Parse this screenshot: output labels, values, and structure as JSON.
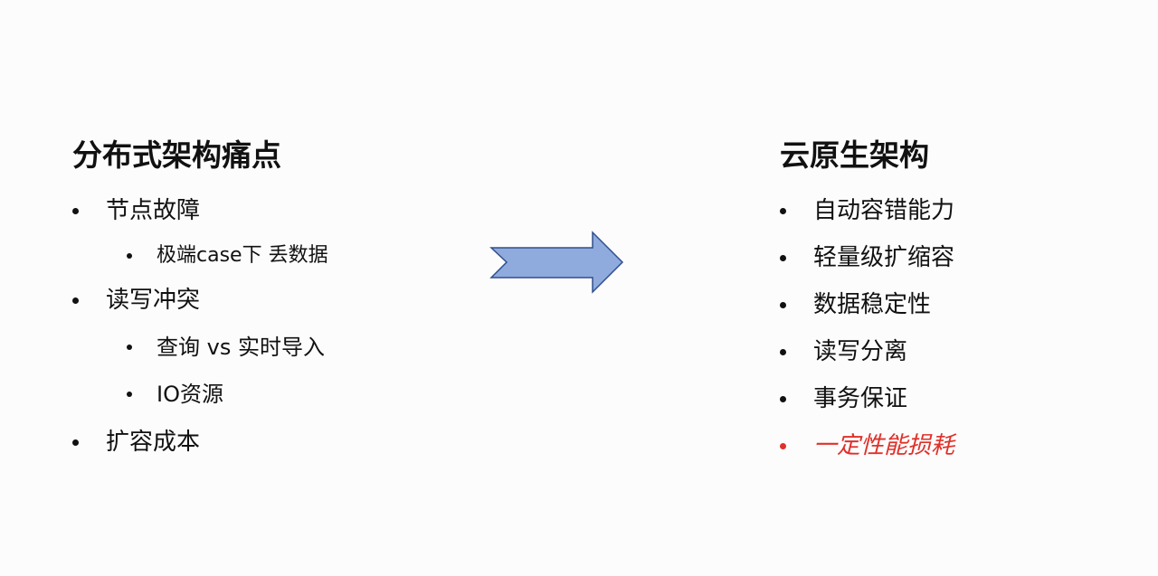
{
  "left": {
    "title": "分布式架构痛点",
    "items": [
      {
        "text": "节点故障",
        "level": 1
      },
      {
        "text": "极端case下 丢数据",
        "level": 2
      },
      {
        "text": "读写冲突",
        "level": 1
      },
      {
        "text": "查询 vs 实时导入",
        "level": 2
      },
      {
        "text": "IO资源",
        "level": 2
      },
      {
        "text": "扩容成本",
        "level": 1
      }
    ]
  },
  "arrow": {
    "icon": "right-arrow",
    "fill": "#8faadc",
    "stroke": "#2f4f8f"
  },
  "right": {
    "title": "云原生架构",
    "items": [
      {
        "text": "自动容错能力"
      },
      {
        "text": "轻量级扩缩容"
      },
      {
        "text": "数据稳定性"
      },
      {
        "text": "读写分离"
      },
      {
        "text": "事务保证"
      },
      {
        "text": "一定性能损耗",
        "highlight_color": "#e0302a"
      }
    ]
  }
}
